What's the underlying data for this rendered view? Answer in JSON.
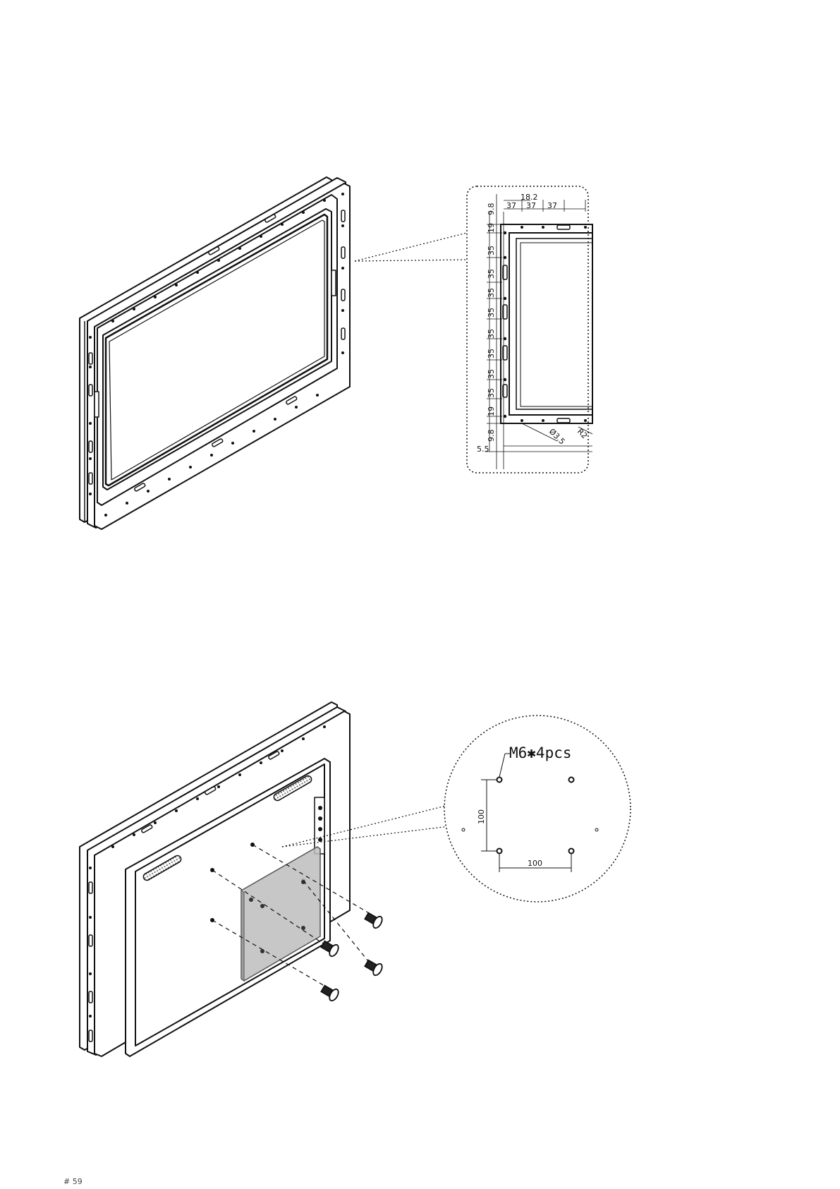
{
  "detail_top": {
    "horizontal_dims": [
      "18.2",
      "37",
      "37",
      "37"
    ],
    "vertical_dims": [
      "9.8",
      "19",
      "35",
      "35",
      "35",
      "35",
      "35",
      "35",
      "35",
      "35",
      "19",
      "9.8"
    ],
    "edge_dim": "5.5",
    "hole_dim": "Ø3.5",
    "radius_dim": "R2"
  },
  "detail_bottom": {
    "callout": "M6✱4pcs",
    "vertical_dim": "100",
    "horizontal_dim": "100"
  },
  "footer": {
    "text": "# 59"
  },
  "colors": {
    "line": "#111111",
    "plate": "#bdbdbd",
    "background": "#ffffff"
  }
}
